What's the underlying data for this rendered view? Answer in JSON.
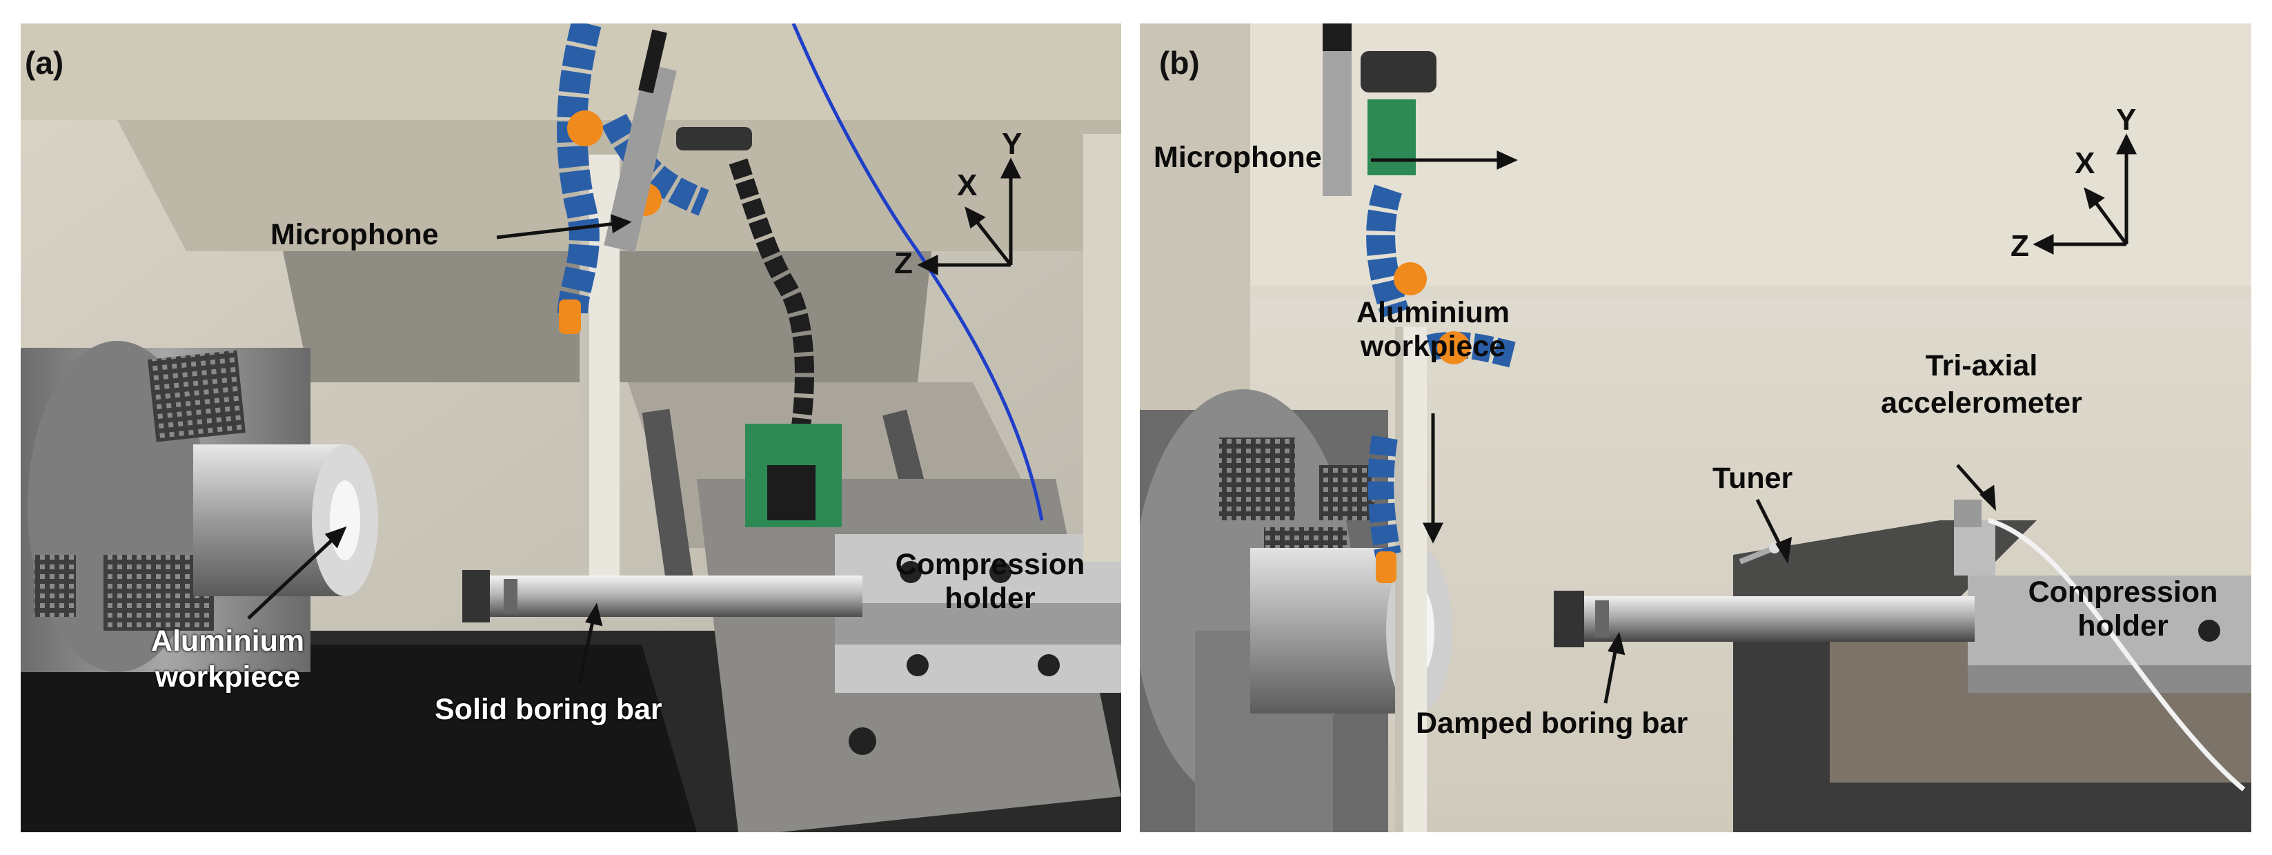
{
  "panel_a": {
    "tag": "(a)",
    "labels": {
      "microphone": "Microphone",
      "workpiece": "Aluminium workpiece",
      "boring_bar": "Solid boring bar",
      "holder": "Compression holder"
    },
    "axes": {
      "x": "X",
      "y": "Y",
      "z": "Z"
    }
  },
  "panel_b": {
    "tag": "(b)",
    "labels": {
      "microphone": "Microphone",
      "workpiece": "Aluminium workpiece",
      "tuner": "Tuner",
      "accelerometer": "Tri-axial accelerometer",
      "boring_bar": "Damped boring bar",
      "holder": "Compression holder"
    },
    "axes": {
      "x": "X",
      "y": "Y",
      "z": "Z"
    }
  },
  "colors": {
    "coolant_hose_blue": "#2a5fa8",
    "nozzle_orange": "#f08a1c",
    "magnet_base_green": "#2e8a55",
    "cable_blue": "#1f3fc8"
  }
}
